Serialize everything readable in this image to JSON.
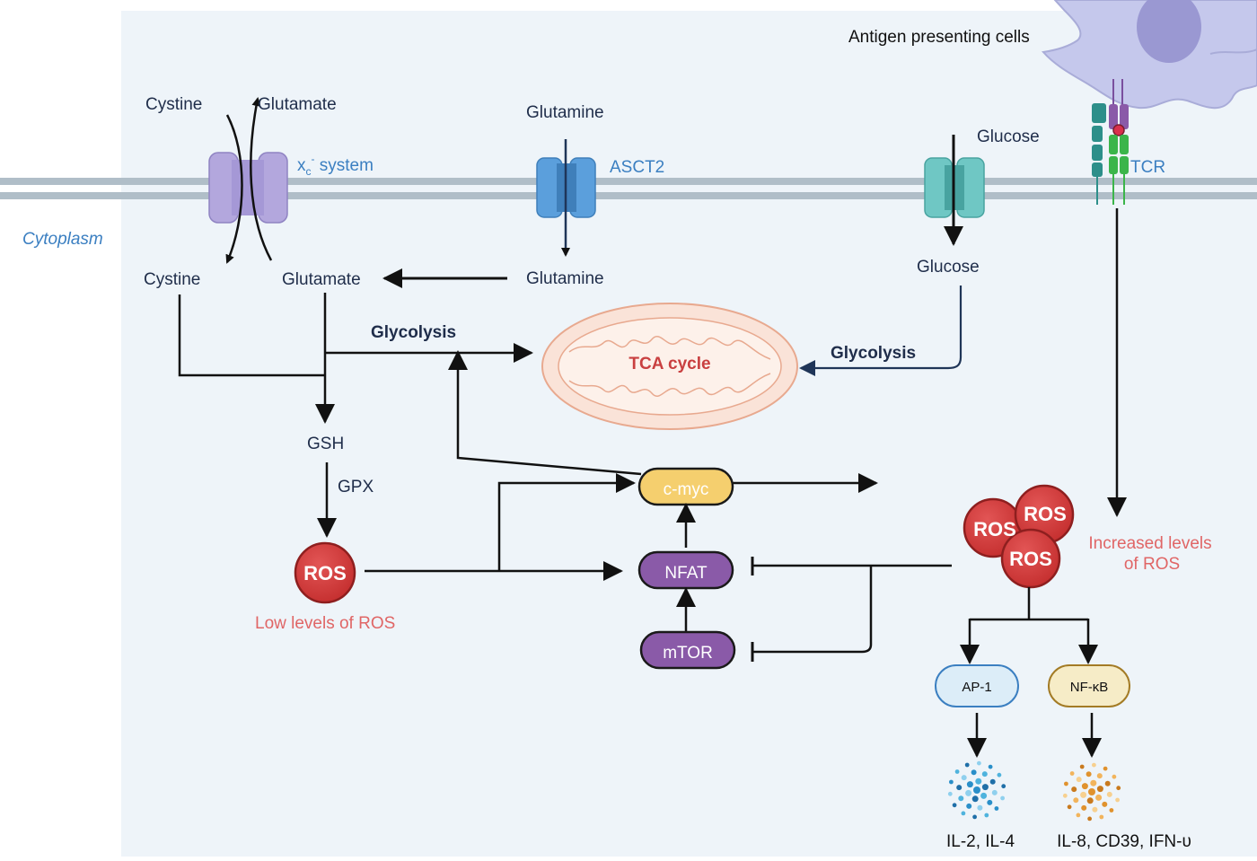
{
  "labels": {
    "antigen_presenting_cells": "Antigen presenting cells",
    "cystine_top": "Cystine",
    "glutamate_top": "Glutamate",
    "xc_system_x": "x",
    "xc_system_sub": "c",
    "xc_system_sup": "-",
    "xc_system_rest": " system",
    "glutamine_top": "Glutamine",
    "asct2": "ASCT2",
    "glucose_top": "Glucose",
    "tcr": "TCR",
    "cytoplasm": "Cytoplasm",
    "cystine_bottom": "Cystine",
    "glutamate_bottom": "Glutamate",
    "glutamine_bottom": "Glutamine",
    "glucose_bottom": "Glucose",
    "glycolysis_left": "Glycolysis",
    "glycolysis_right": "Glycolysis",
    "tca_cycle": "TCA cycle",
    "gsh": "GSH",
    "gpx": "GPX",
    "ros": "ROS",
    "low_levels_ros": "Low levels of  ROS",
    "c_myc": "c-myc",
    "nfat": "NFAT",
    "mtor": "mTOR",
    "increased_levels_line1": "Increased levels",
    "increased_levels_line2": "of  ROS",
    "ap1": "AP-1",
    "nfkb": "NF-κB",
    "cytokines_left": "IL-2, IL-4",
    "cytokines_right": "IL-8, CD39, IFN-υ"
  },
  "colors": {
    "background_panel": "#eef4f9",
    "membrane": "#b0bec8",
    "xc_transporter": "#b3a7dd",
    "asct2_transporter": "#5b9fdc",
    "glucose_transporter": "#6fc7c4",
    "ros_red": "#d13b3b",
    "c_myc_fill": "#f5cf6e",
    "nfat_mtor_fill": "#8a5aa8",
    "ap1_fill": "#dcedf8",
    "nfkb_fill": "#f6ecc7",
    "mitochondria": "#f6d5c8",
    "apc_cell": "#c5c8ec"
  },
  "icons": [
    "xc-transporter-icon",
    "asct2-transporter-icon",
    "glucose-transporter-icon",
    "tcr-receptor-icon",
    "mitochondria-icon",
    "antigen-presenting-cell-icon",
    "cytokine-dots-icon"
  ]
}
